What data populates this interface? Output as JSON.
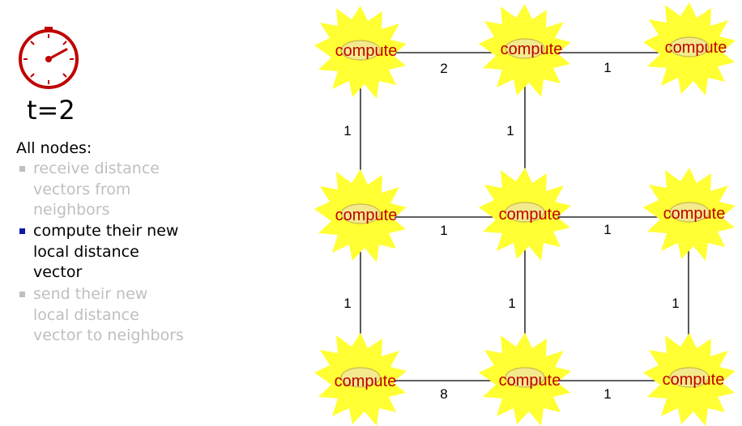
{
  "time_label": "t=2",
  "nodes_heading": "All nodes:",
  "steps": [
    {
      "text": "receive distance vectors from neighbors",
      "lines": [
        "receive distance",
        "vectors from",
        "neighbors"
      ],
      "active": false
    },
    {
      "text": "compute their new local distance vector",
      "lines": [
        "compute their new",
        "local  distance",
        "vector"
      ],
      "active": true
    },
    {
      "text": "send their new local distance vector to neighbors",
      "lines": [
        "send their new",
        "local distance",
        "vector to neighbors"
      ],
      "active": false
    }
  ],
  "node_label": "compute",
  "edge_weights": [
    {
      "from": "a",
      "to": "b",
      "label": "2"
    },
    {
      "from": "b",
      "to": "c",
      "label": "1"
    },
    {
      "from": "a",
      "to": "d",
      "label": "1"
    },
    {
      "from": "b",
      "to": "e",
      "label": "1"
    },
    {
      "from": "d",
      "to": "e",
      "label": "1"
    },
    {
      "from": "e",
      "to": "f",
      "label": "1"
    },
    {
      "from": "d",
      "to": "g",
      "label": "1"
    },
    {
      "from": "e",
      "to": "h",
      "label": "1"
    },
    {
      "from": "f",
      "to": "i",
      "label": "1"
    },
    {
      "from": "g",
      "to": "h",
      "label": "8"
    },
    {
      "from": "h",
      "to": "i",
      "label": "1"
    }
  ],
  "colors": {
    "clock": "#c00000",
    "burst_fill": "#ffff33",
    "node_fill": "#f2ea8c",
    "label": "#c00000",
    "active_bullet": "#0b1aa8",
    "inactive_text": "#bfbfbf"
  }
}
